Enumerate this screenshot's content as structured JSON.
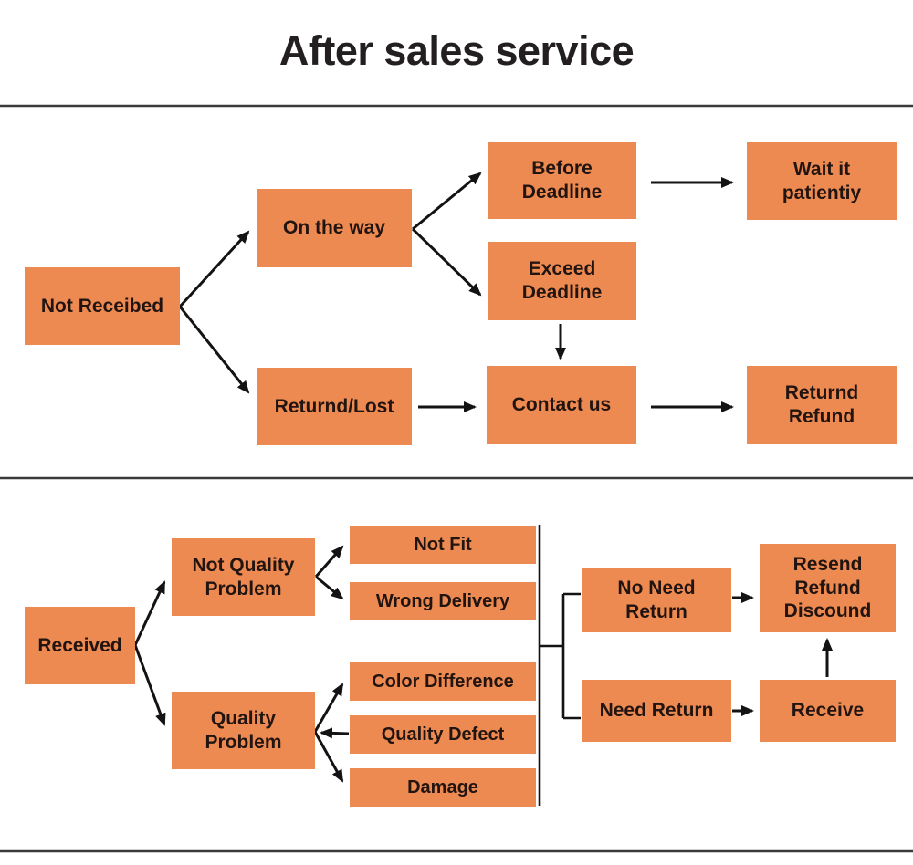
{
  "title": "After sales service",
  "colors": {
    "box_fill": "#ed8a51",
    "box_text": "#221410",
    "arrow": "#131313",
    "divider": "#3a3a3a",
    "background": "#ffffff",
    "title_text": "#231f20"
  },
  "nodes": {
    "not_received": {
      "label": "Not Receibed"
    },
    "on_the_way": {
      "label": "On the way"
    },
    "returned_lost": {
      "label": "Returnd/Lost"
    },
    "before_deadline": {
      "label": "Before\nDeadline"
    },
    "exceed_deadline": {
      "label": "Exceed\nDeadline"
    },
    "wait_patiently": {
      "label": "Wait it\npatientiy"
    },
    "contact_us": {
      "label": "Contact us"
    },
    "returned_refund": {
      "label": "Returnd\nRefund"
    },
    "received": {
      "label": "Received"
    },
    "not_quality_problem": {
      "label": "Not Quality\nProblem"
    },
    "quality_problem": {
      "label": "Quality\nProblem"
    },
    "not_fit": {
      "label": "Not Fit"
    },
    "wrong_delivery": {
      "label": "Wrong Delivery"
    },
    "color_difference": {
      "label": "Color Difference"
    },
    "quality_defect": {
      "label": "Quality Defect"
    },
    "damage": {
      "label": "Damage"
    },
    "no_need_return": {
      "label": "No Need\nReturn"
    },
    "need_return": {
      "label": "Need Return"
    },
    "resend_refund_discound": {
      "label": "Resend\nRefund\nDiscound"
    },
    "receive": {
      "label": "Receive"
    }
  },
  "edges": [
    {
      "from": "Not Receibed",
      "to": "On the way"
    },
    {
      "from": "Not Receibed",
      "to": "Returnd/Lost"
    },
    {
      "from": "On the way",
      "to": "Before Deadline"
    },
    {
      "from": "On the way",
      "to": "Exceed Deadline"
    },
    {
      "from": "Before Deadline",
      "to": "Wait it patientiy"
    },
    {
      "from": "Exceed Deadline",
      "to": "Contact us"
    },
    {
      "from": "Returnd/Lost",
      "to": "Contact us"
    },
    {
      "from": "Contact us",
      "to": "Returnd Refund"
    },
    {
      "from": "Received",
      "to": "Not Quality Problem"
    },
    {
      "from": "Received",
      "to": "Quality Problem"
    },
    {
      "from": "Not Quality Problem",
      "to": "Not Fit"
    },
    {
      "from": "Not Quality Problem",
      "to": "Wrong Delivery"
    },
    {
      "from": "Quality Problem",
      "to": "Color Difference"
    },
    {
      "from": "Quality Defect",
      "to": "Quality Problem"
    },
    {
      "from": "Quality Problem",
      "to": "Damage"
    },
    {
      "from": "outcome-bracket",
      "to": "No Need Return"
    },
    {
      "from": "outcome-bracket",
      "to": "Need Return"
    },
    {
      "from": "No Need Return",
      "to": "Resend Refund Discound"
    },
    {
      "from": "Need Return",
      "to": "Receive"
    },
    {
      "from": "Receive",
      "to": "Resend Refund Discound"
    }
  ]
}
